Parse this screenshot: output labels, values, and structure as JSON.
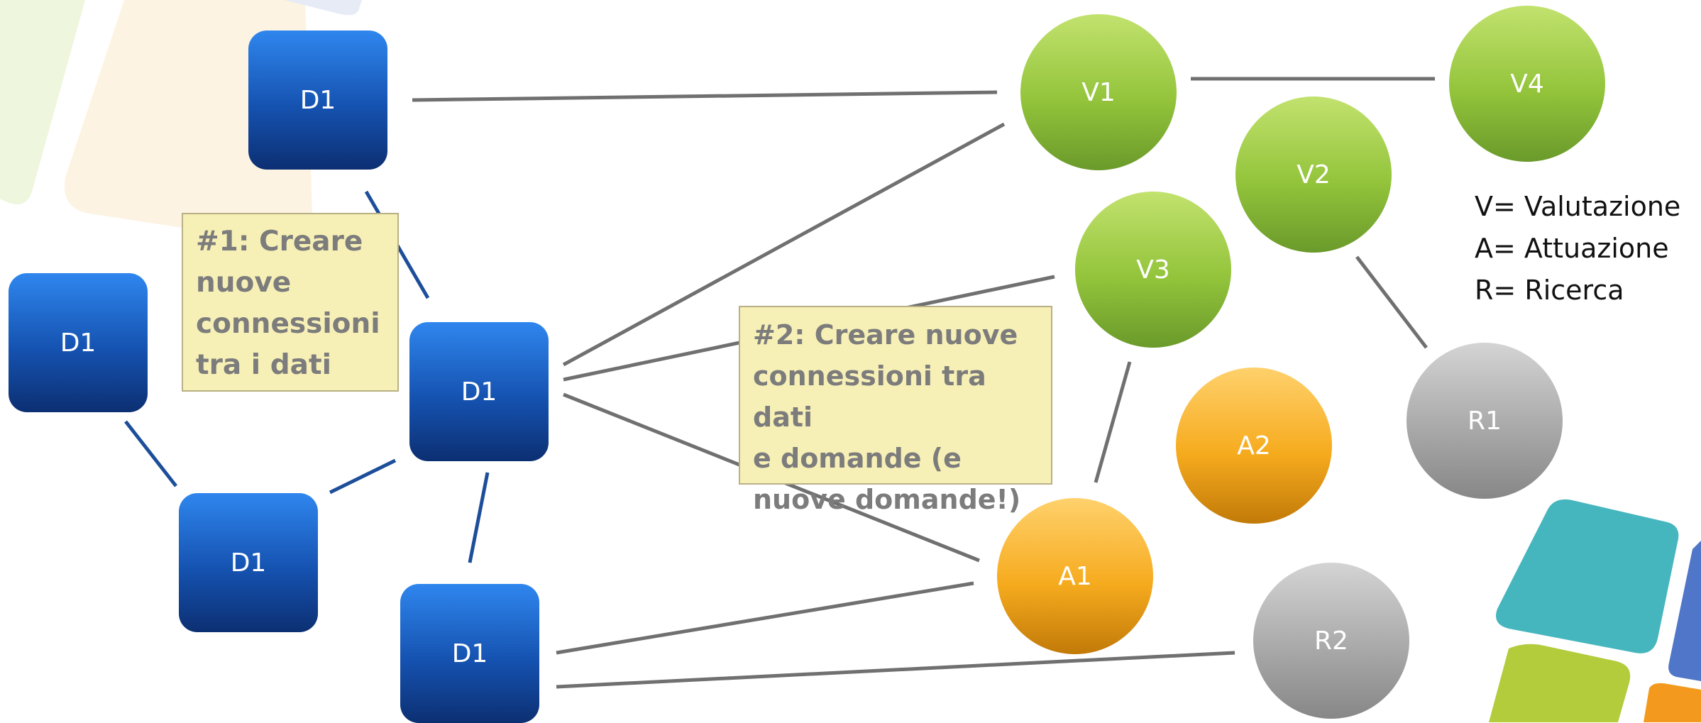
{
  "nodes": {
    "d1_top": "D1",
    "d1_left": "D1",
    "d1_center": "D1",
    "d1_lower": "D1",
    "d1_bottom": "D1",
    "v1": "V1",
    "v2": "V2",
    "v3": "V3",
    "v4": "V4",
    "a1": "A1",
    "a2": "A2",
    "r1": "R1",
    "r2": "R2"
  },
  "notes": {
    "note1": [
      "#1: Creare",
      "nuove",
      "connessioni",
      "tra i dati"
    ],
    "note2": [
      "#2: Creare nuove",
      "connessioni tra dati",
      "e domande (e",
      "nuove domande!)"
    ]
  },
  "legend": [
    "V= Valutazione",
    "A= Attuazione",
    "R= Ricerca"
  ],
  "colors": {
    "data_node": "#1552b0",
    "valutazione": "#93c43b",
    "attuazione": "#f6ab1e",
    "ricerca": "#a9a9a9",
    "note_bg": "#f7f0b6",
    "note_text": "#7c7c7c",
    "edge_gray": "#707070",
    "edge_blue": "#1d4e9a"
  }
}
